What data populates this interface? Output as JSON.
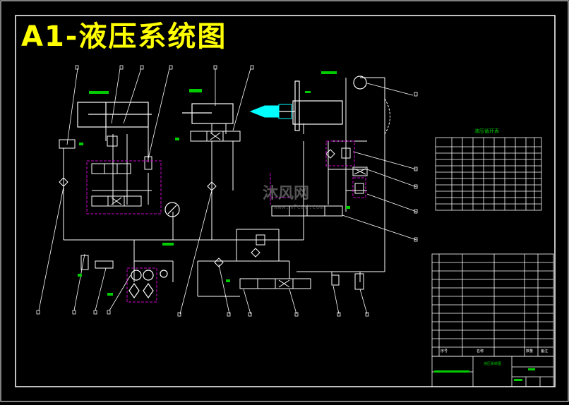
{
  "drawing": {
    "title": "A1-液压系统图",
    "watermark_text": "沐风网",
    "watermark_url": "www.mfcad.com"
  },
  "action_table": {
    "title": "液压循环表"
  },
  "parts_list": {
    "header_no": "序号",
    "header_name": "名称",
    "header_qty": "数量",
    "header_note": "备注"
  },
  "title_block": {
    "drawing_name": "液压系统图"
  },
  "colors": {
    "background": "#000000",
    "lines": "#ffffff",
    "title": "#ffff00",
    "annotation": "#00cc00",
    "boundary": "#cc00cc",
    "highlight": "#00ffff"
  }
}
